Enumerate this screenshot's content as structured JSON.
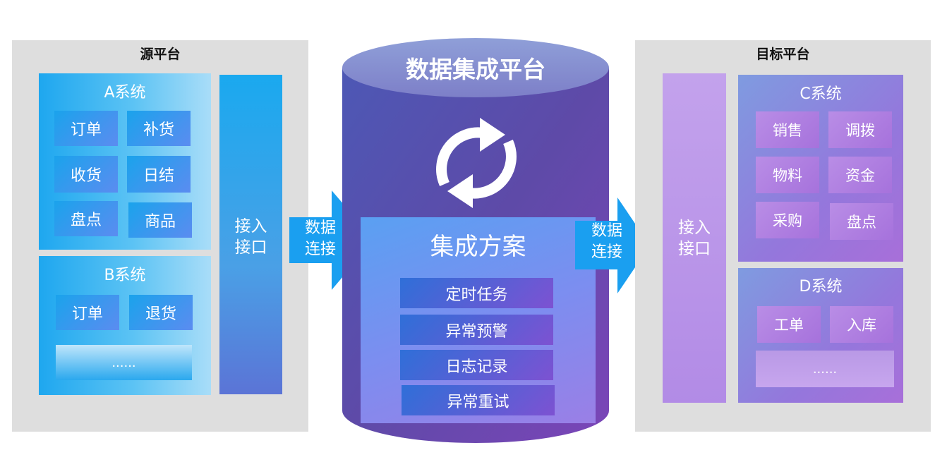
{
  "source": {
    "title": "源平台",
    "system_a": {
      "title": "A系统",
      "items": [
        "订单",
        "补货",
        "收货",
        "日结",
        "盘点",
        "商品"
      ]
    },
    "system_b": {
      "title": "B系统",
      "items": [
        "订单",
        "退货"
      ],
      "more": "......"
    },
    "interface": [
      "接入",
      "接口"
    ]
  },
  "left_arrow": [
    "数据",
    "连接"
  ],
  "center": {
    "title": "数据集成平台",
    "plan_title": "集成方案",
    "tasks": [
      "定时任务",
      "异常预警",
      "日志记录",
      "异常重试"
    ]
  },
  "right_arrow": [
    "数据",
    "连接"
  ],
  "target": {
    "title": "目标平台",
    "interface": [
      "接入",
      "接口"
    ],
    "system_c": {
      "title": "C系统",
      "items": [
        "销售",
        "调拨",
        "物料",
        "资金",
        "采购",
        "盘点"
      ]
    },
    "system_d": {
      "title": "D系统",
      "items": [
        "工单",
        "入库"
      ],
      "more": "......"
    }
  },
  "colors": {
    "panel_bg": "#dedede",
    "source_blue": "#1ea7ef",
    "target_purple": "#9477dc",
    "cylinder_body": "#5b4fb0",
    "arrow_blue": "#1a9ff0"
  },
  "icons": {
    "sync": "sync-icon",
    "arrows": "arrow-right-icon"
  }
}
